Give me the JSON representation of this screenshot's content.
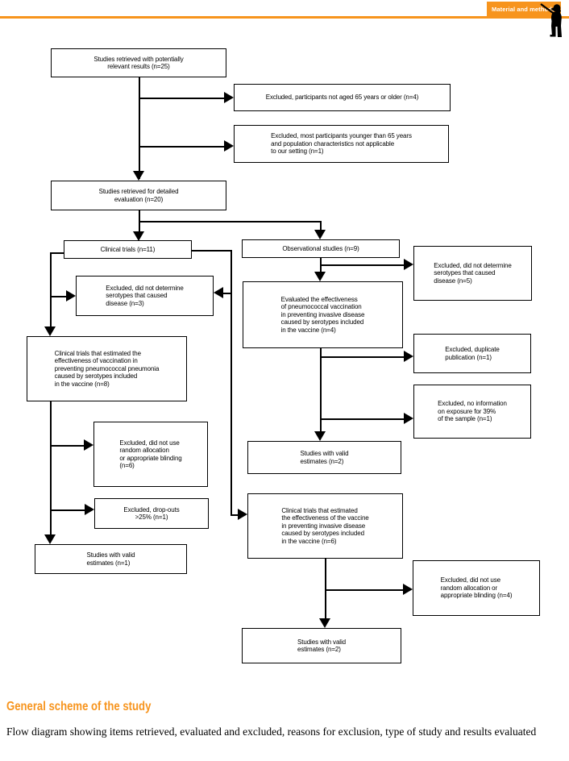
{
  "header": {
    "tab_label": "Material and methods"
  },
  "caption": {
    "title": "General scheme of the study",
    "body": "Flow diagram showing items retrieved, evaluated and excluded, reasons for exclusion, type of study and results evaluated"
  },
  "colors": {
    "accent_orange": "#F7941D",
    "line_black": "#000000",
    "box_fill": "#FFFFFF"
  },
  "flowchart": {
    "boxes": {
      "studies_retrieved": {
        "text": "Studies retrieved with potentially\nrelevant results (n=25)"
      },
      "excluded_not_aged": {
        "text": "Excluded, participants not aged 65 years or older (n=4)"
      },
      "excluded_younger": {
        "text": "Excluded, most participants younger than 65 years\nand population characteristics not applicable\nto our setting (n=1)"
      },
      "detailed_evaluation": {
        "text": "Studies retrieved for detailed\nevaluation (n=20)"
      },
      "clinical_trials": {
        "text": "Clinical trials (n=11)"
      },
      "observational_studies": {
        "text": "Observational studies (n=9)"
      },
      "excluded_serotypes_n5": {
        "text": "Excluded, did not determine\nserotypes that caused\ndisease (n=5)"
      },
      "excluded_serotypes_n3": {
        "text": "Excluded, did not determine\nserotypes that caused\ndisease (n=3)"
      },
      "evaluated_effectiveness": {
        "text": "Evaluated the effectiveness\nof pneumococcal vaccination\nin preventing invasive disease\ncaused by serotypes included\nin the vaccine (n=4)"
      },
      "ct_pneumonia": {
        "text": "Clinical trials that estimated the\neffectiveness of vaccination in\npreventing pneumococcal pneumonia\ncaused by serotypes included\nin the vaccine (n=8)"
      },
      "excluded_duplicate": {
        "text": "Excluded, duplicate\npublication (n=1)"
      },
      "excluded_no_exposure_info": {
        "text": "Excluded, no information\non exposure for 39%\nof the sample (n=1)"
      },
      "excluded_no_random_n6": {
        "text": "Excluded, did not use\nrandom allocation\nor appropriate blinding\n(n=6)"
      },
      "valid_estimates_observational": {
        "text": "Studies with valid\nestimates (n=2)"
      },
      "excluded_dropouts": {
        "text": "Excluded, drop-outs\n>25% (n=1)"
      },
      "ct_invasive": {
        "text": "Clinical trials that estimated\nthe effectiveness of the vaccine\nin preventing invasive disease\ncaused by serotypes included\nin the vaccine (n=6)"
      },
      "valid_estimates_clinical": {
        "text": "Studies with valid\nestimates (n=1)"
      },
      "excluded_no_random_n4": {
        "text": "Excluded, did not use\nrandom allocation or\nappropriate blinding (n=4)"
      },
      "valid_estimates_final": {
        "text": "Studies with valid\nestimates (n=2)"
      }
    }
  }
}
